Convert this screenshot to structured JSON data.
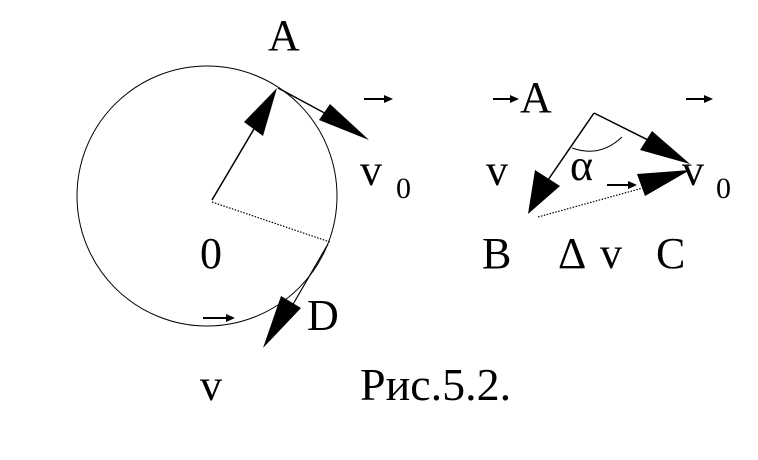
{
  "figure": {
    "caption": "Рис.5.2."
  },
  "left_diagram": {
    "labels": {
      "top_point": "A",
      "center": "0",
      "bottom_point": "D",
      "velocity_start": "v",
      "velocity_start_sub": "0",
      "velocity_end": "v"
    }
  },
  "right_diagram": {
    "labels": {
      "point_a": "A",
      "velocity": "v",
      "angle": "α",
      "velocity_initial": "v",
      "velocity_initial_sub": "0",
      "point_b": "B",
      "delta": "Δ",
      "delta_v": "v",
      "point_c": "C"
    }
  }
}
